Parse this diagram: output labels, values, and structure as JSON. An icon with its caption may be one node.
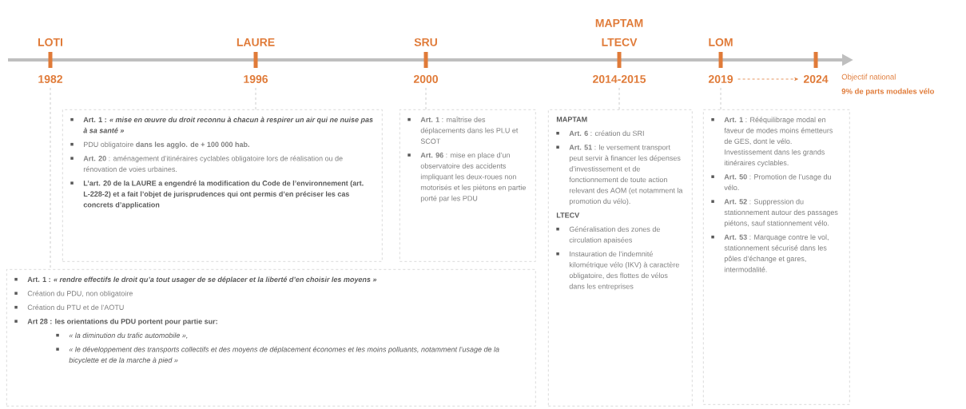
{
  "diagram": {
    "nodes": [
      {
        "text": [
          "1982"
        ],
        "beside": [
          "LOTI"
        ]
      },
      {
        "text": [
          "1996"
        ],
        "beside": [
          "LAURE"
        ]
      },
      {
        "text": [
          "2000"
        ],
        "beside": [
          "SRU"
        ]
      },
      {
        "text": [
          "2014-2015"
        ],
        "beside": [
          "MAPTAM LTECV"
        ]
      },
      {
        "text": [
          "2019"
        ],
        "beside": [
          "LOM"
        ]
      },
      {
        "text": [
          "2024"
        ],
        "beside": [
          "Objectif national",
          "9% de parts modales vélo"
        ]
      },
      {
        "text": [
          "Art. 1 : *« mise en œuvre du droit reconnu à chacun à respirer un air qui ne nuise pas à sa santé »*",
          "PDU obligatoire **dans les agglo. de + 100 000 hab.**",
          "**Art. 20** : aménagement d’itinéraires cyclables obligatoire lors de réalisation ou de rénovation de voies urbaines.",
          "L’art. 20 de la LAURE a engendré la modification du Code de l’environnement (art. L-228-2) et a fait l’objet de jurisprudences qui ont permis d’en préciser les cas concrets d’application"
        ]
      },
      {
        "text": [
          "**Art. 1** : maîtrise des déplacements dans les PLU et SCOT",
          "**Art. 96** : mise en place d’un observatoire des accidents impliquant les deux-roues non motorisés et les piétons en partie porté par les PDU"
        ]
      },
      {
        "text": [
          "MAPTAM",
          "**Art. 6** : création du SRI",
          "**Art. 51** : le versement transport peut servir à financer les dépenses d’investissement et de fonctionnement de toute action relevant des AOM (et notamment la promotion du vélo).",
          "LTECV",
          "Généralisation des zones de circulation apaisées",
          "Instauration de l’indemnité kilométrique vélo (IKV) à caractère obligatoire, des flottes de vélos dans les entreprises"
        ]
      },
      {
        "text": [
          "**Art. 1** : Rééquilibrage modal en faveur de modes moins émetteurs de GES, dont le vélo. Investissement dans les grands itinéraires cyclables.",
          "**Art. 50** : Promotion de l’usage du vélo.",
          "**Art. 52** : Suppression du stationnement autour des passages piétons, sauf stationnement vélo.",
          "**Art. 53** : Marquage contre le vol, stationnement sécurisé dans les pôles d’échange et gares, intermodalité."
        ]
      },
      {
        "text": [
          "Art. 1 : *« rendre effectifs le droit qu’a tout usager de se déplacer et la liberté d’en choisir les moyens »*",
          "Création du PDU, non obligatoire",
          "Création du PTU et de l’AOTU",
          "Art 28 : les orientations du PDU portent pour partie sur:",
          "« la diminution du trafic automobile »,",
          "« le développement des transports collectifs et des moyens de déplacement économes et les moins polluants, notamment l’usage de la bicyclette et de la marche à pied »"
        ]
      }
    ],
    "edges": [
      {
        "from": 0,
        "to": 10,
        "arrow": "none",
        "style": "dashed"
      },
      {
        "from": 1,
        "to": 6,
        "arrow": "none",
        "style": "dashed"
      },
      {
        "from": 2,
        "to": 7,
        "arrow": "none",
        "style": "dashed"
      },
      {
        "from": 3,
        "to": 8,
        "arrow": "none",
        "style": "dashed"
      },
      {
        "from": 4,
        "to": 9,
        "arrow": "none",
        "style": "dashed"
      },
      {
        "from": 4,
        "to": 5,
        "arrow": "to",
        "style": "dashed",
        "color": "#e07b39"
      }
    ]
  }
}
